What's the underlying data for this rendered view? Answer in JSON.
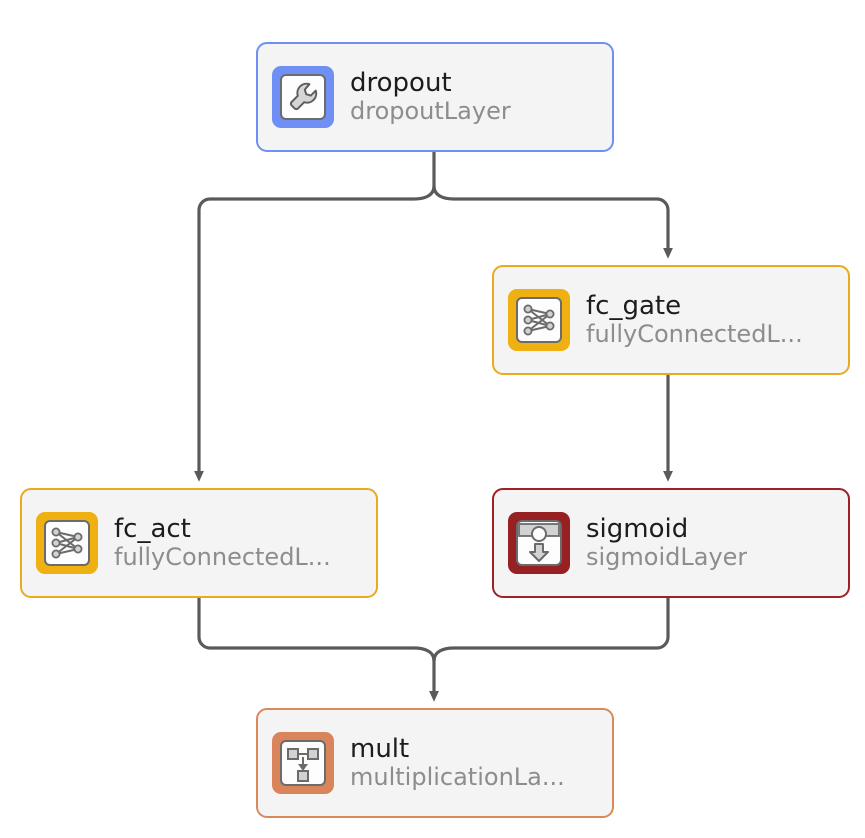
{
  "graph": {
    "type": "layer-graph",
    "background_color": "#ffffff",
    "edge_color": "#5a5a5a",
    "node_fill": "#f4f4f4",
    "nodes": [
      {
        "id": "dropout",
        "title": "dropout",
        "subtitle": "dropoutLayer",
        "icon": "wrench-icon",
        "accent_color": "#6f8ff5",
        "badge_class": "badge-blue"
      },
      {
        "id": "fc_gate",
        "title": "fc_gate",
        "subtitle": "fullyConnectedL...",
        "icon": "fully-connected-icon",
        "accent_color": "#e8ab20",
        "badge_class": "badge-gold"
      },
      {
        "id": "fc_act",
        "title": "fc_act",
        "subtitle": "fullyConnectedL...",
        "icon": "fully-connected-icon",
        "accent_color": "#e8ab20",
        "badge_class": "badge-gold"
      },
      {
        "id": "sigmoid",
        "title": "sigmoid",
        "subtitle": "sigmoidLayer",
        "icon": "sigmoid-icon",
        "accent_color": "#9e2123",
        "badge_class": "badge-red"
      },
      {
        "id": "mult",
        "title": "mult",
        "subtitle": "multiplicationLa...",
        "icon": "multiplication-icon",
        "accent_color": "#d98a5d",
        "badge_class": "badge-orange"
      }
    ],
    "edges": [
      {
        "id": "edge-dropout-fc_act",
        "from": "dropout",
        "to": "fc_act"
      },
      {
        "id": "edge-dropout-fc_gate",
        "from": "dropout",
        "to": "fc_gate"
      },
      {
        "id": "edge-fc_gate-sigmoid",
        "from": "fc_gate",
        "to": "sigmoid"
      },
      {
        "id": "edge-fc_act-mult",
        "from": "fc_act",
        "to": "mult"
      },
      {
        "id": "edge-sigmoid-mult",
        "from": "sigmoid",
        "to": "mult"
      }
    ]
  }
}
